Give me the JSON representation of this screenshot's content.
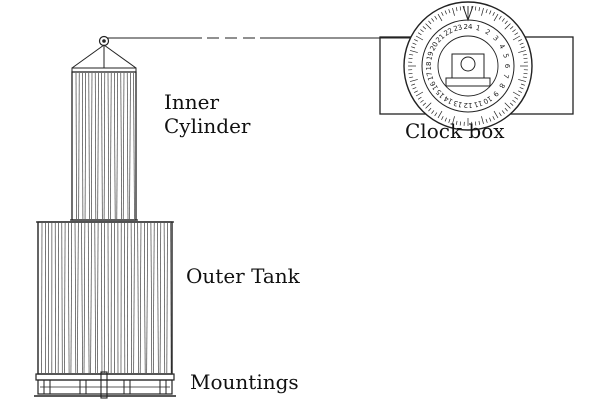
{
  "labels": {
    "inner_cylinder_line1": "Inner",
    "inner_cylinder_line2": "Cylinder",
    "clock_box": "Clock box",
    "outer_tank": "Outer Tank",
    "mountings": "Mountings"
  },
  "dial": {
    "top_label": "24",
    "numbers": [
      "1",
      "2",
      "3",
      "4",
      "5",
      "6",
      "7",
      "8",
      "9",
      "10",
      "11",
      "12",
      "13",
      "14",
      "15",
      "16",
      "17",
      "18",
      "19",
      "20",
      "21",
      "22",
      "23",
      "24"
    ]
  },
  "colors": {
    "stroke": "#222222",
    "background": "#ffffff"
  }
}
